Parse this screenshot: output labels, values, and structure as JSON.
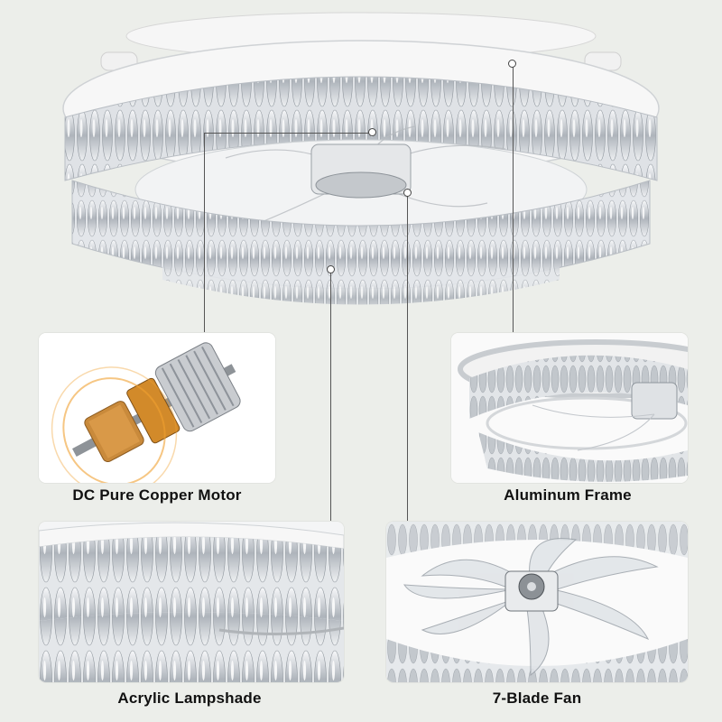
{
  "callouts": {
    "motor_label": "DC Pure Copper Motor",
    "frame_label": "Aluminum Frame",
    "lampshade_label": "Acrylic Lampshade",
    "fan_label": "7-Blade Fan"
  },
  "colors": {
    "background": "#eceeea",
    "frame": "#f4f4f4",
    "crystal": "#c9cdd2",
    "copper": "#d98a2b",
    "callout_line": "#555555"
  }
}
